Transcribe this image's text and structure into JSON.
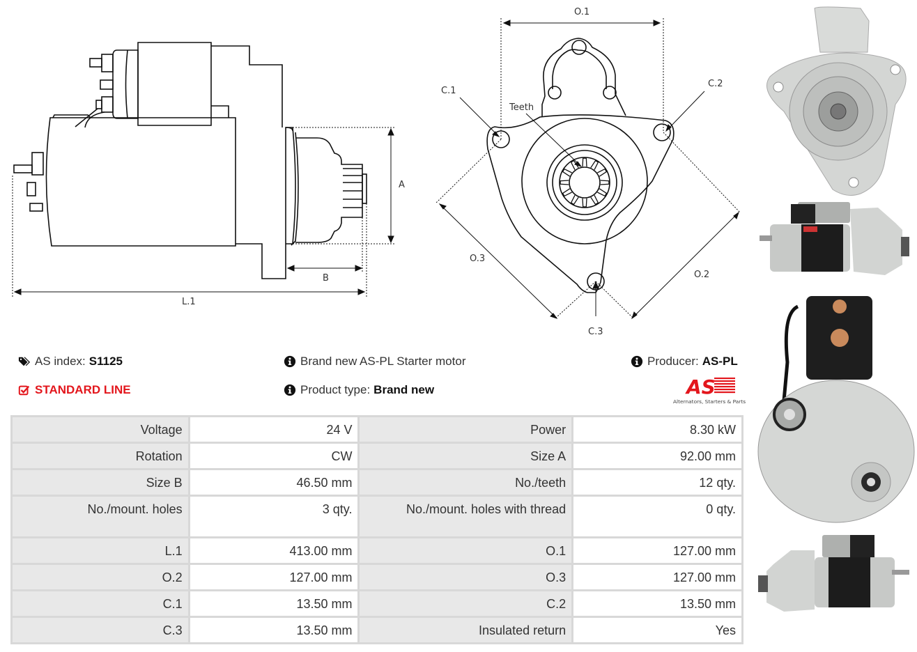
{
  "drawing_side": {
    "labels": {
      "a": "A",
      "b": "B",
      "l1": "L.1"
    }
  },
  "drawing_front": {
    "labels": {
      "o1": "O.1",
      "o2": "O.2",
      "o3": "O.3",
      "c1": "C.1",
      "c2": "C.2",
      "c3": "C.3",
      "teeth": "Teeth"
    }
  },
  "info": {
    "as_index_label": "AS index:",
    "as_index_value": "S1125",
    "line_badge": "STANDARD LINE",
    "description": "Brand new AS-PL Starter motor",
    "product_type_label": "Product type:",
    "product_type_value": "Brand new",
    "producer_label": "Producer:",
    "producer_value": "AS-PL",
    "logo_text": "AS",
    "logo_tagline": "Alternators, Starters & Parts"
  },
  "specs": [
    [
      {
        "label": "Voltage",
        "value": "24 V"
      },
      {
        "label": "Power",
        "value": "8.30 kW"
      }
    ],
    [
      {
        "label": "Rotation",
        "value": "CW"
      },
      {
        "label": "Size A",
        "value": "92.00 mm"
      }
    ],
    [
      {
        "label": "Size B",
        "value": "46.50 mm"
      },
      {
        "label": "No./teeth",
        "value": "12 qty."
      }
    ],
    [
      {
        "label": "No./mount. holes",
        "value": "3 qty."
      },
      {
        "label": "No./mount. holes with thread",
        "value": "0 qty."
      }
    ],
    [
      {
        "label": "L.1",
        "value": "413.00 mm"
      },
      {
        "label": "O.1",
        "value": "127.00 mm"
      }
    ],
    [
      {
        "label": "O.2",
        "value": "127.00 mm"
      },
      {
        "label": "O.3",
        "value": "127.00 mm"
      }
    ],
    [
      {
        "label": "C.1",
        "value": "13.50 mm"
      },
      {
        "label": "C.2",
        "value": "13.50 mm"
      }
    ],
    [
      {
        "label": "C.3",
        "value": "13.50 mm"
      },
      {
        "label": "Insulated return",
        "value": "Yes"
      }
    ]
  ],
  "photos": {
    "items": [
      {
        "name": "front-flange-view"
      },
      {
        "name": "side-view-left"
      },
      {
        "name": "rear-end-view"
      },
      {
        "name": "side-view-right"
      }
    ]
  },
  "colors": {
    "accent_red": "#e3161c",
    "label_bg": "#e8e8e8",
    "border": "#d8d8d8"
  }
}
